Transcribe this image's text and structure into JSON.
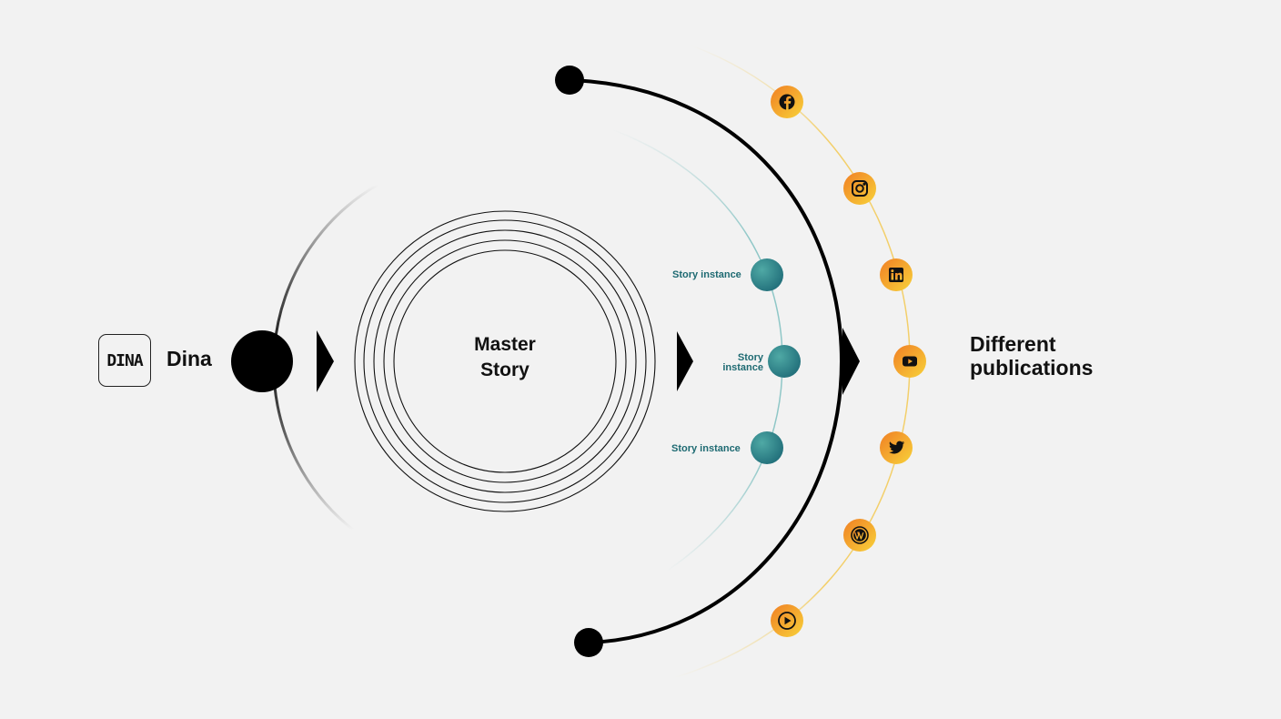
{
  "source": {
    "logo_text": "DINA",
    "label": "Dina"
  },
  "master_story": {
    "line1": "Master",
    "line2": "Story"
  },
  "story_instances": [
    {
      "label": "Story instance"
    },
    {
      "label_line1": "Story",
      "label_line2": "instance"
    },
    {
      "label": "Story instance"
    }
  ],
  "publications": {
    "label_line1": "Different",
    "label_line2": "publications",
    "channels": [
      {
        "icon": "facebook-icon"
      },
      {
        "icon": "instagram-icon"
      },
      {
        "icon": "linkedin-icon"
      },
      {
        "icon": "youtube-icon"
      },
      {
        "icon": "twitter-icon"
      },
      {
        "icon": "wordpress-icon"
      },
      {
        "icon": "play-icon"
      }
    ]
  },
  "colors": {
    "background": "#f2f2f2",
    "ink": "#111111",
    "instance_teal": "#2a8a8c",
    "instance_text": "#1e6a72",
    "channel_orange": "#f29a26",
    "channel_yellow": "#f7c833",
    "channel_arc": "#f3cf6a",
    "instance_arc": "#8fc7c7"
  }
}
